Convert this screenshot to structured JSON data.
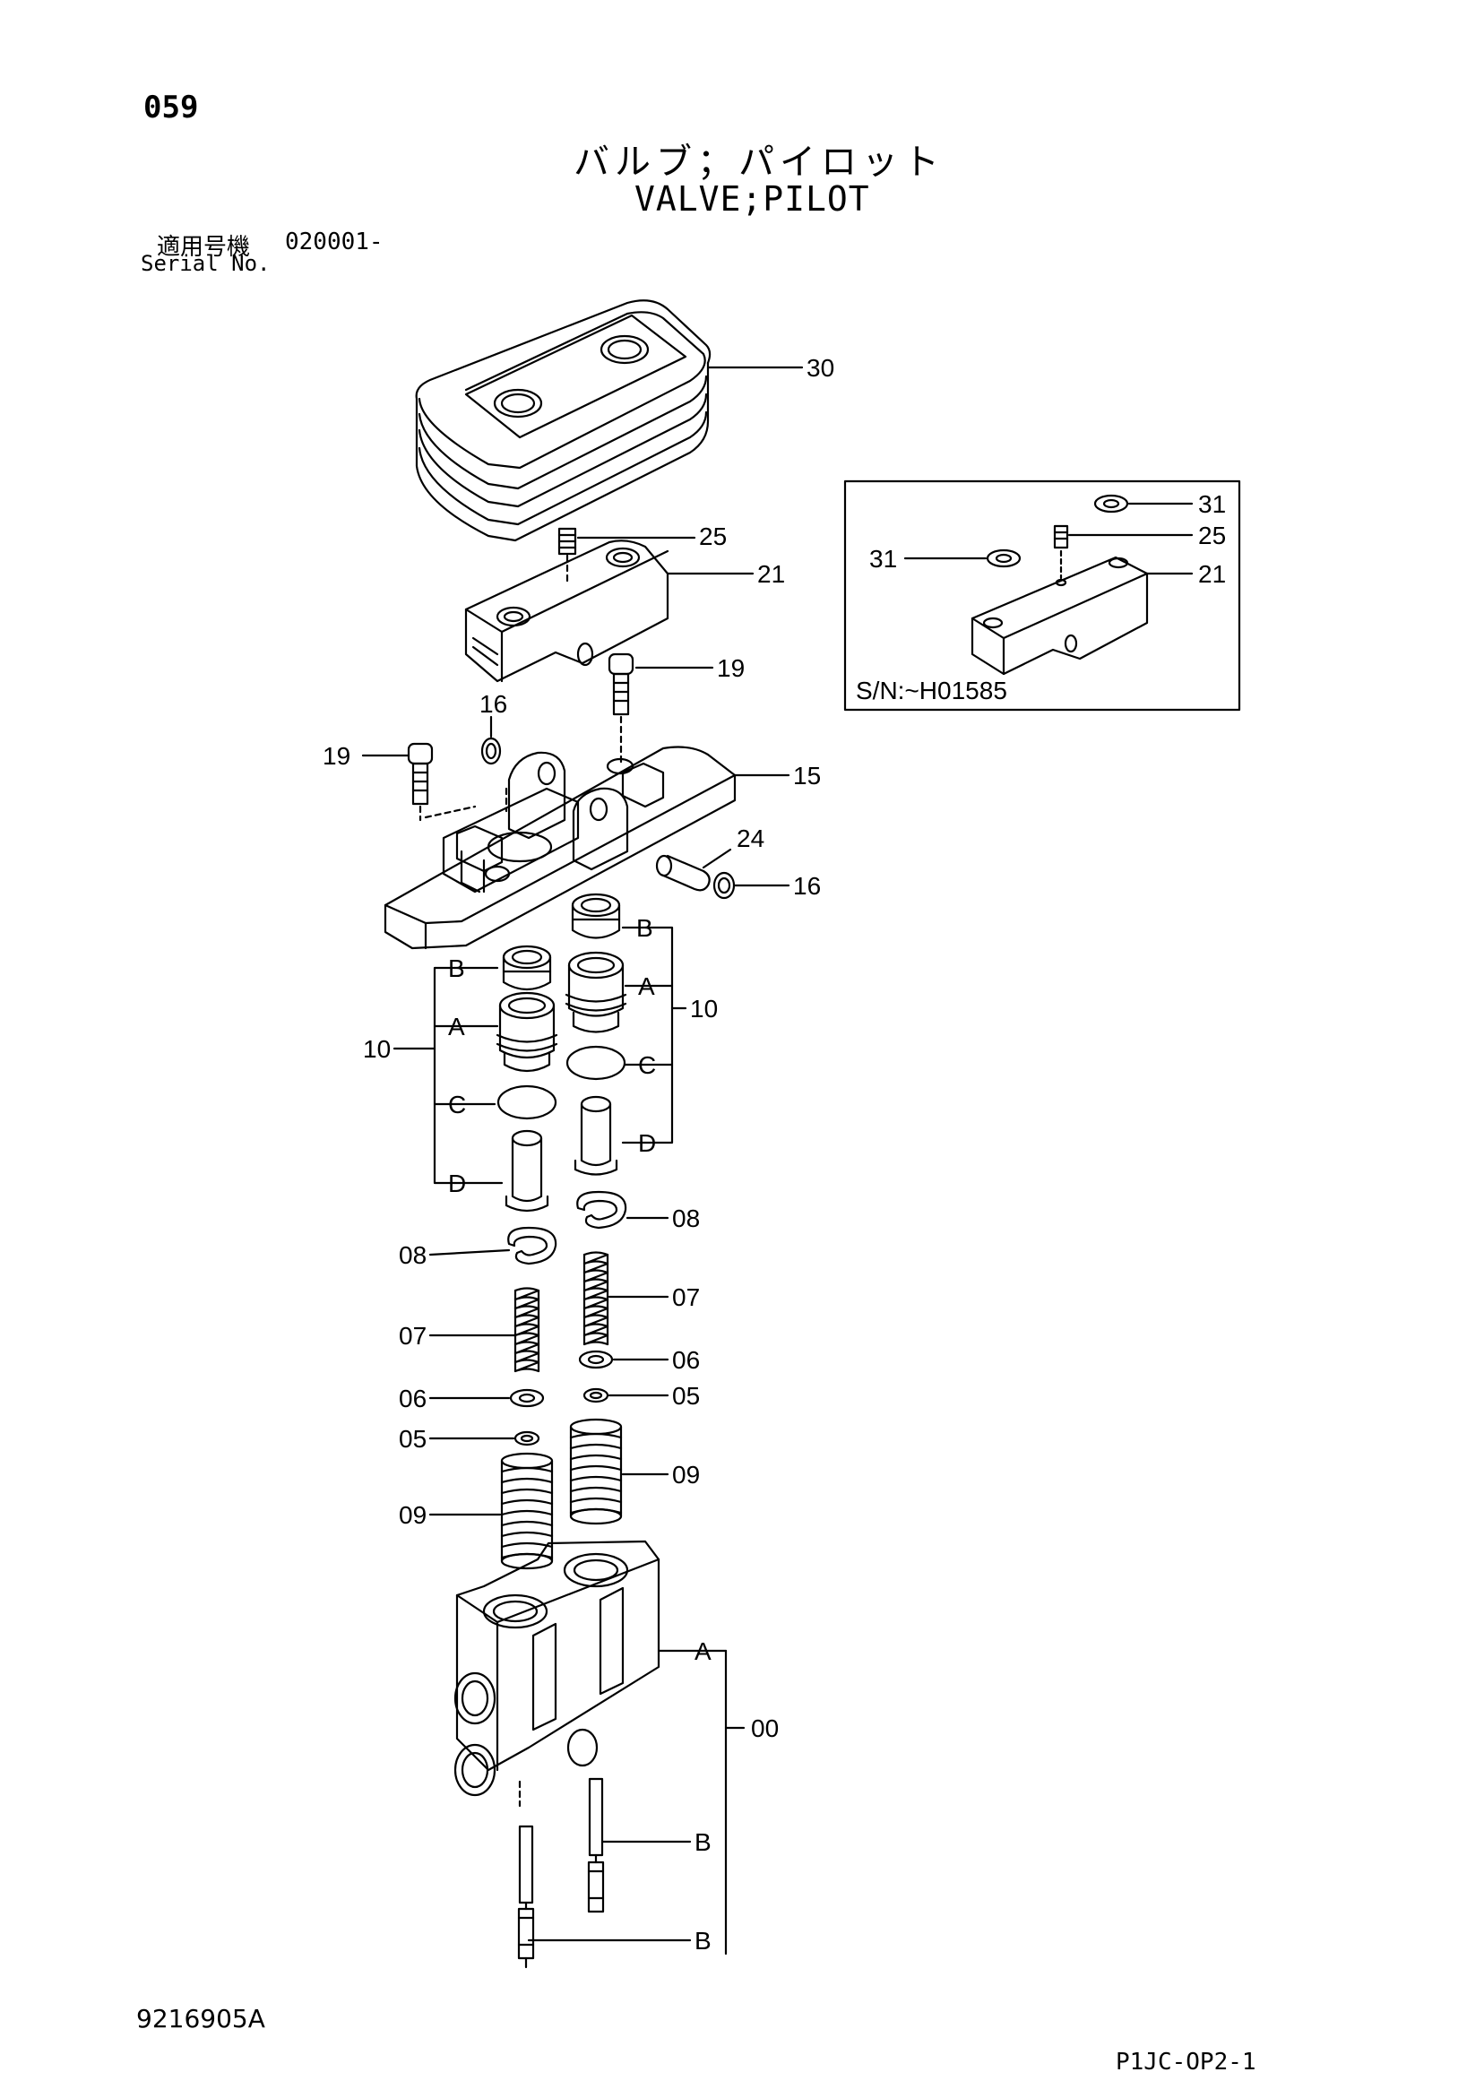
{
  "header": {
    "page_number": "059",
    "title_jp": "バルブ；パイロット",
    "title_en": "VALVE;PILOT",
    "serial_label_jp": "適用号機",
    "serial_range": "020001-",
    "serial_label_en": "Serial No."
  },
  "inset": {
    "caption": "S/N:~H01585",
    "callouts": {
      "c31a": "31",
      "c25": "25",
      "c31b": "31",
      "c21": "21"
    }
  },
  "callouts": {
    "c30": "30",
    "c25": "25",
    "c21": "21",
    "c19r": "19",
    "c16t": "16",
    "c19l": "19",
    "c15": "15",
    "c24": "24",
    "c16r": "16",
    "c10l": "10",
    "c10r": "10",
    "lBl": "B",
    "lAl": "A",
    "lCl": "C",
    "lDl": "D",
    "lBr": "B",
    "lAr": "A",
    "lCr": "C",
    "lDr": "D",
    "c08r": "08",
    "c08l": "08",
    "c07r": "07",
    "c07l": "07",
    "c06r": "06",
    "c06l": "06",
    "c05r": "05",
    "c05l": "05",
    "c09r": "09",
    "c09l": "09",
    "lA0": "A",
    "c00": "00",
    "lB1": "B",
    "lB2": "B"
  },
  "footer": {
    "drawing_number": "9216905A",
    "page_code": "P1JC-OP2-1"
  }
}
